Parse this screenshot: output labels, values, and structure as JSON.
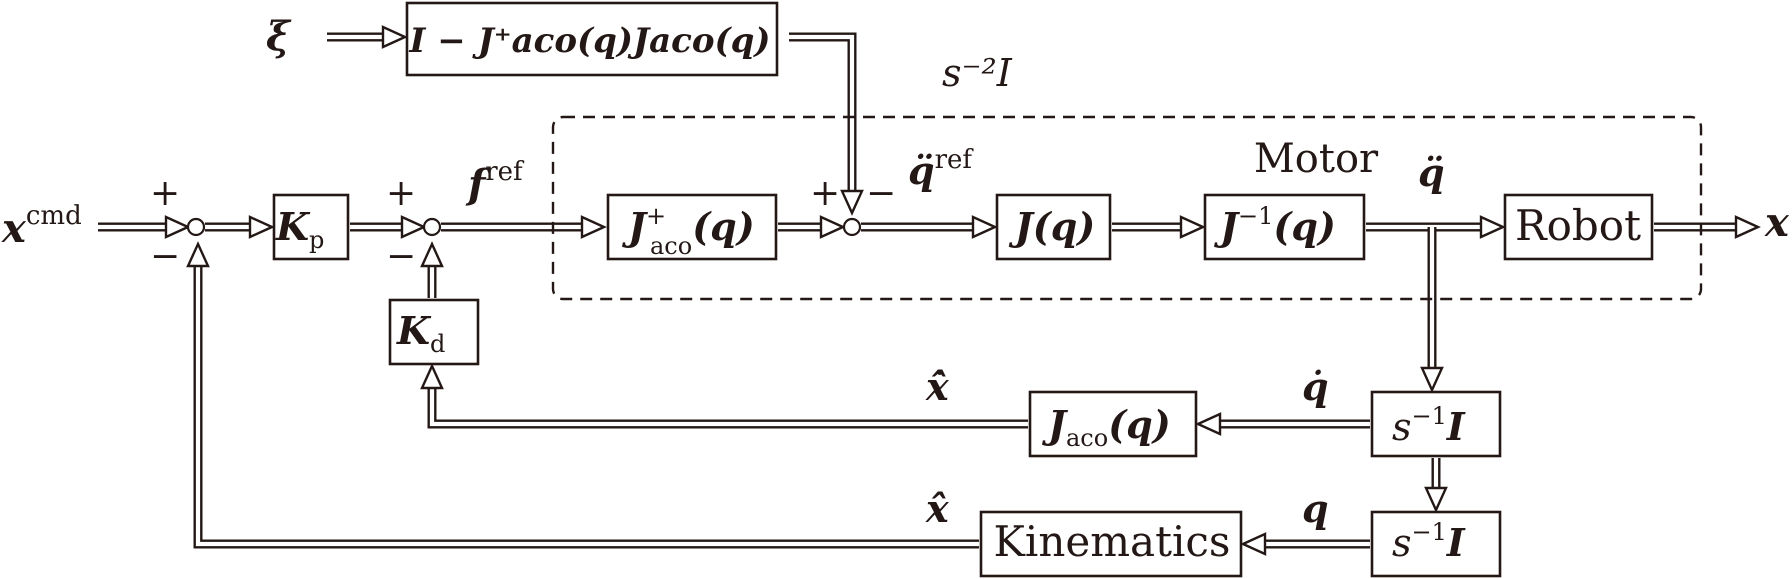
{
  "diagram": {
    "group_label": "s⁻²I",
    "blocks": {
      "nullspace": "I − J⁺aco(q)Jaco(q)",
      "Kp_main": "K",
      "Kp_sub": "p",
      "Kd_main": "K",
      "Kd_sub": "d",
      "Jplus_main": "J",
      "Jplus_sup": "+",
      "Jplus_sub": "aco",
      "Jplus_arg": "(q)",
      "J": "J(q)",
      "Jinv_main": "J",
      "Jinv_sup": "−1",
      "Jinv_arg": "(q)",
      "motor": "Motor",
      "robot": "Robot",
      "Jaco_main": "J",
      "Jaco_sub": "aco",
      "Jaco_arg": "(q)",
      "integ1_main": "s",
      "integ1_sup": "−1",
      "integ1_tail": "I",
      "integ2_main": "s",
      "integ2_sup": "−1",
      "integ2_tail": "I",
      "kinematics": "Kinematics"
    },
    "signals": {
      "xi": "ξ",
      "xcmd_main": "x",
      "xcmd_sup": "cmd",
      "fref_main": "f",
      "fref_sup": "ref",
      "qddref_main": "q̈",
      "qddref_sup": "ref",
      "qdd": "q̈",
      "x_out": "x",
      "qdot": "q̇",
      "xhatdot": "x̂̇",
      "q": "q",
      "xhat": "x̂"
    },
    "signs": {
      "s1_plus": "+",
      "s1_minus": "−",
      "s2_plus": "+",
      "s2_minus": "−",
      "s3_plus": "+",
      "s3_minus": "−"
    }
  }
}
